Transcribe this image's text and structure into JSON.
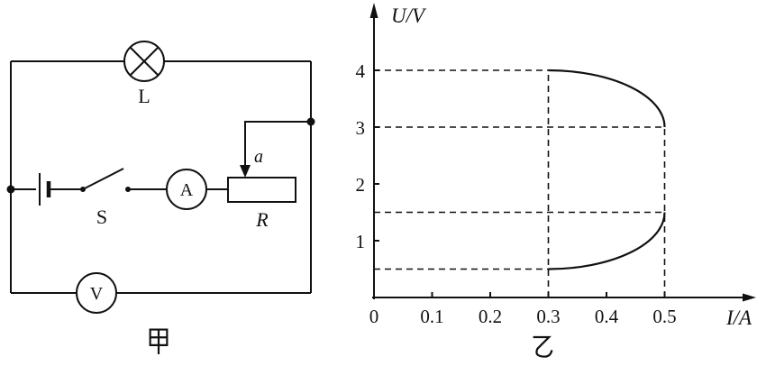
{
  "figure": {
    "left_caption": "甲",
    "right_caption": "乙"
  },
  "circuit": {
    "lamp_label": "L",
    "switch_label": "S",
    "ammeter_label": "A",
    "rheostat_label": "R",
    "slider_label": "a",
    "voltmeter_label": "V"
  },
  "chart_data": {
    "type": "line",
    "title": "",
    "xlabel": "I/A",
    "ylabel": "U/V",
    "xlim": [
      0,
      0.55
    ],
    "ylim": [
      0,
      4.7
    ],
    "x_ticks": [
      0,
      0.1,
      0.2,
      0.3,
      0.4,
      0.5
    ],
    "y_ticks": [
      1,
      2,
      3,
      4
    ],
    "legend": false,
    "grid": false,
    "series": [
      {
        "name": "curve-upper",
        "from": [
          0.3,
          4
        ],
        "to": [
          0.5,
          3
        ],
        "samples": [
          [
            0.3,
            4.0
          ],
          [
            0.35,
            3.97
          ],
          [
            0.4,
            3.87
          ],
          [
            0.45,
            3.66
          ],
          [
            0.5,
            3.0
          ]
        ],
        "description": "quarter-ellipse arc, horizontal tangent at I=0.3, U=4; vertical tangent at I=0.5, U=3"
      },
      {
        "name": "curve-lower",
        "from": [
          0.3,
          0.5
        ],
        "to": [
          0.5,
          1.5
        ],
        "samples": [
          [
            0.3,
            0.5
          ],
          [
            0.35,
            0.53
          ],
          [
            0.4,
            0.63
          ],
          [
            0.45,
            0.84
          ],
          [
            0.5,
            1.5
          ]
        ],
        "description": "quarter-ellipse arc, horizontal tangent at I=0.3, U=0.5; vertical tangent at I=0.5, U=1.5"
      }
    ],
    "h_guides": [
      {
        "u": 4,
        "to_i": 0.3
      },
      {
        "u": 3,
        "to_i": 0.5
      },
      {
        "u": 1.5,
        "to_i": 0.5
      },
      {
        "u": 0.5,
        "to_i": 0.3
      }
    ],
    "v_guides": [
      {
        "i": 0.3,
        "to_u": 4
      },
      {
        "i": 0.5,
        "to_u": 3
      }
    ]
  }
}
